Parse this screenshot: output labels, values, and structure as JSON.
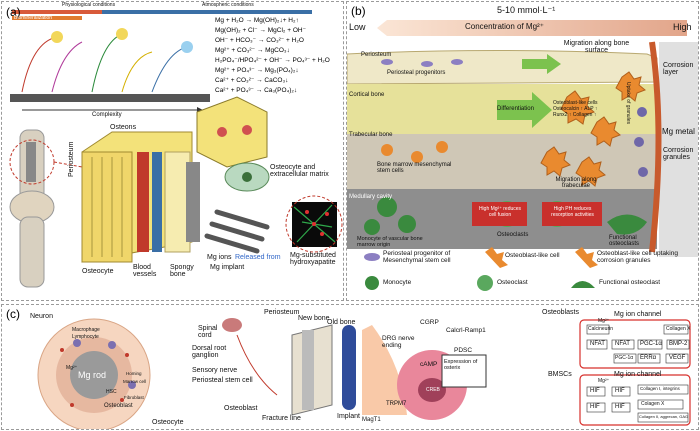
{
  "panel_a": {
    "label": "(a)",
    "conditions": {
      "physiological": "Physiological conditions",
      "atmospheric": "Atmospheric conditions"
    },
    "biomineralization": "Biomineralization",
    "complexity": "Complexity",
    "equations": [
      "Mg + H₂O → Mg(OH)₂↓+ H₂↑",
      "Mg(OH)₂ + Cl⁻ → MgCl₂ + OH⁻",
      "OH⁻ + HCO₃⁻ → CO₃²⁻ + H₂O",
      "Mg²⁺ + CO₃²⁻ → MgCO₃↓",
      "H₂PO₄⁻/HPO₄²⁻ + OH⁻ → PO₄³⁻ + H₂O",
      "Mg²⁺ + PO₄³⁻ → Mg₃(PO₄)₂↓",
      "Ca²⁺ + CO₃²⁻ → CaCO₃↓",
      "Ca²⁺ + PO₄³⁻ → Ca₃(PO₄)₂↓"
    ],
    "labels": {
      "osteons": "Osteons",
      "periosteum": "Periosteum",
      "osteocyte": "Osteocyte",
      "blood_vessels": "Blood vessels",
      "spongy_bone": "Spongy bone",
      "osteocyte_ecm": "Osteocyte and extracellular matrix",
      "mg_ions": "Mg ions",
      "released_from": "Released from",
      "mg_implant": "Mg implant",
      "mg_substituted": "Mg-substituted hydroxyapatite"
    }
  },
  "panel_b": {
    "label": "(b)",
    "concentration_value": "5-10 mmol·L⁻¹",
    "concentration_label": "Concentration of Mg²⁺",
    "low": "Low",
    "high": "High",
    "labels": {
      "migration_bone_surface": "Migration along bone surface",
      "corrosion_layer": "Corrosion layer",
      "periosteum": "Periosteum",
      "periosteal_progenitors": "Periosteal progenitors",
      "cortical_bone": "Cortical bone",
      "differentiation": "Differentiation",
      "osteoblast_like": "Osteoblast-like cells",
      "osteocalcin": "Osteocalcin ↑ ALP ↑",
      "runx2": "Runx2 ↑ Collagen ↑",
      "trabecular_bone": "Trabecular bone",
      "bmmsc": "Bone marrow mesenchymal stem cells",
      "migration_trabeculae": "Migration along trabeculae",
      "uptake": "Uptake of granules",
      "mg_metal": "Mg metal",
      "corrosion_granules": "Corrosion granules",
      "medullary_cavity": "Medullary cavity",
      "monocyte_marrow": "Monocyte of vascular bone marrow origin",
      "high_mg": "High Mg²⁺ reduces cell fusion",
      "high_ph": "High PH reduces resorption activities",
      "osteoclasts": "Osteoclasts",
      "functional_osteoclasts": "Functional osteoclasts"
    },
    "legend": [
      "Periosteal progenitor of Mesenchymal stem cell",
      "Osteoblast-like cell",
      "Osteoblast-like cell uptaking corrosion granules",
      "Monocyte",
      "Osteoclast",
      "Functional osteoclast"
    ]
  },
  "panel_c": {
    "label": "(c)",
    "labels": {
      "neuron": "Neuron",
      "macrophage": "Macrophage",
      "lymphocyte": "Lymphocyte",
      "mg_rod": "Mg rod",
      "homing": "Homing",
      "marrow_cell": "Marrow cell",
      "hsc": "HSC",
      "fibroblast": "Fibroblast",
      "osteoblast": "Osteoblast",
      "osteocyte": "Osteocyte",
      "mg2": "Mg²⁺",
      "spinal_cord": "Spinal cord",
      "drg": "Dorsal root ganglion",
      "sensory_nerve": "Sensory nerve",
      "periosteal_stem": "Periosteal stem cell",
      "periosteum": "Periosteum",
      "new_bone": "New bone",
      "old_bone": "Old bone",
      "fracture_line": "Fracture line",
      "implant": "Implant",
      "osteoblast2": "Osteoblast",
      "drg_nerve": "DRG nerve ending",
      "cgrp": "CGRP",
      "calcrl": "Calcrl-Ramp1",
      "pdsc": "PDSC",
      "camp": "cAMP",
      "creb": "CREB",
      "expression": "Expression of osterix",
      "trpm7": "TRPM7",
      "magt1": "MagT1"
    },
    "pathway": {
      "osteoblasts": "Osteoblasts",
      "mg_ion_channel": "Mg ion channel",
      "calcineurin": "Calcineurin",
      "nfat": "NFAT",
      "pgc": "PGC-1α",
      "err": "ERRα",
      "bmp2": "BMP-2",
      "vegf": "VEGF",
      "collagen_x": "Collagen X",
      "bmscs": "BMSCs",
      "hif": "HIF",
      "collagen_integrins": "Collagen I, integrins",
      "collagen_x2": "Colagen X",
      "collagen_ii": "Collagen II, aggrecan, GAG",
      "mg": "Mg²⁺"
    }
  },
  "colors": {
    "bone_yellow": "#f3e27a",
    "osteoblast_orange": "#e98a2f",
    "osteoclast_green": "#2f8a3b",
    "purple": "#7b6fb0",
    "red_box": "#d7302c",
    "gray_bone": "#8c8c8c",
    "pink_gradient": "#f4c9a8"
  }
}
